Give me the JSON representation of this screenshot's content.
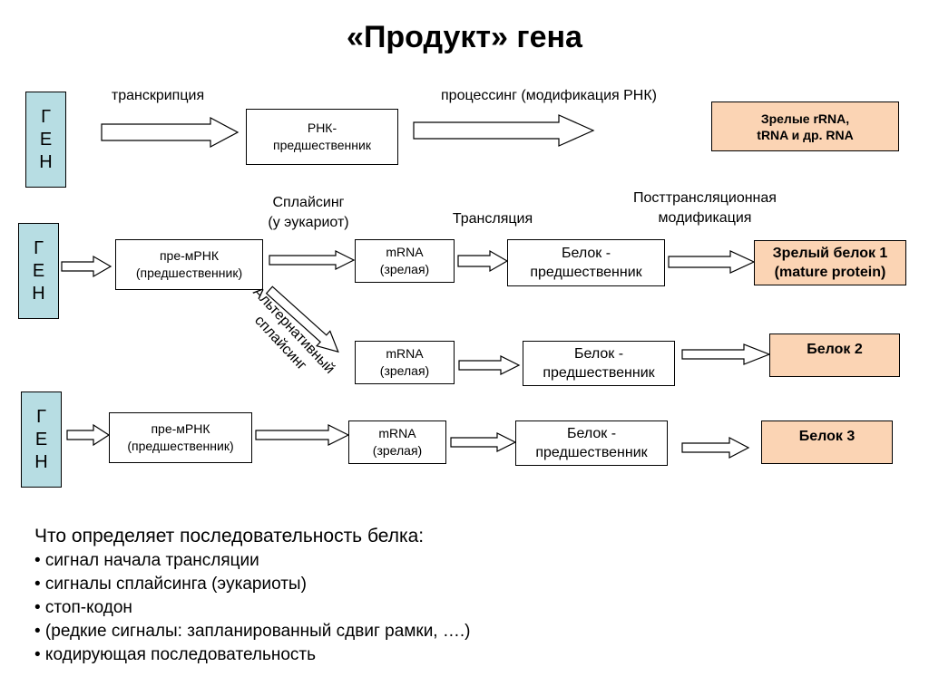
{
  "title": "«Продукт» гена",
  "gene_letters": [
    "Г",
    "Е",
    "Н"
  ],
  "row1": {
    "transcription_label": "транскрипция",
    "precursor_box": "РНК-\nпредшественник",
    "processing_label": "процессинг (модификация РНК)",
    "product_box": "Зрелые rRNA,\ntRNA и др. RNA"
  },
  "row2": {
    "pre_mrna_box": "пре-мРНК\n(предшественник)",
    "splicing_label": "Сплайсинг\n(у эукариот)",
    "mrna_box": "mRNA\n(зрелая)",
    "translation_label": "Трансляция",
    "protein_precursor_box": "Белок  -\nпредшественник",
    "ptm_label": "Посттрансляционная\nмодификация",
    "product_box": "Зрелый белок 1\n(mature protein)"
  },
  "alt_splicing_label": "Альтернативный\nсплайсинг",
  "row2b": {
    "mrna_box": "mRNA\n(зрелая)",
    "protein_precursor_box": "Белок  -\nпредшественник",
    "product_box": "Белок 2"
  },
  "row3": {
    "pre_mrna_box": "пре-мРНК\n(предшественник)",
    "mrna_box": "mRNA\n(зрелая)",
    "protein_precursor_box": "Белок  -\nпредшественник",
    "product_box": "Белок 3"
  },
  "notes": {
    "heading": "Что определяет последовательность белка:",
    "items": [
      "• сигнал начала трансляции",
      "• сигналы сплайсинга (эукариоты)",
      "• стоп-кодон",
      "• (редкие сигналы: запланированный сдвиг рамки, ….)",
      "• кодирующая последовательность"
    ]
  },
  "colors": {
    "gene_fill": "#b7dde3",
    "product_fill": "#fbd4b4",
    "box_fill": "#ffffff",
    "stroke": "#000000"
  }
}
